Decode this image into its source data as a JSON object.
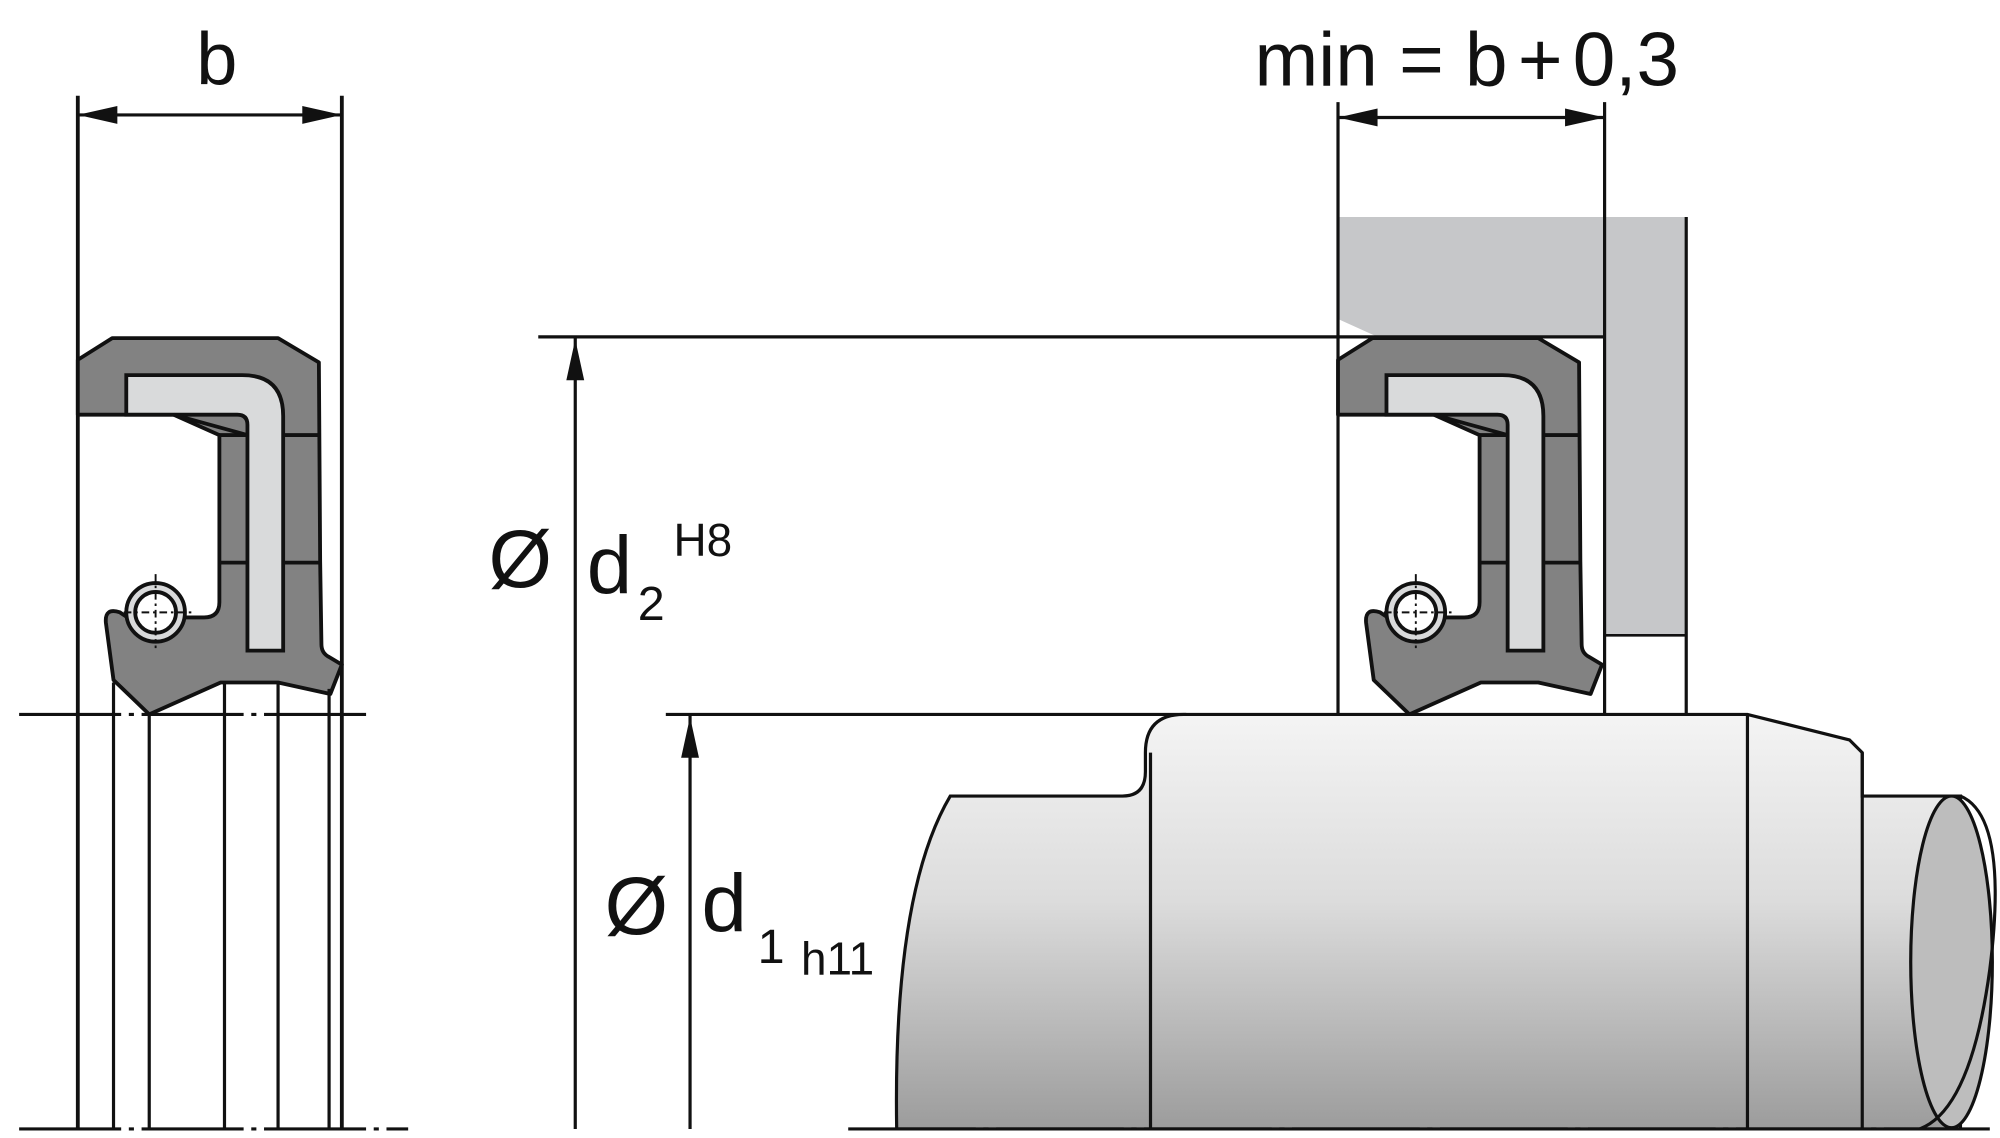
{
  "labels": {
    "width_b": "b",
    "housing_width_prefix": "min = ",
    "housing_width_b": "b",
    "housing_width_plus": "+",
    "housing_width_value": "0,3",
    "bore_diameter_symbol": "Ø",
    "bore_diameter_var": "d",
    "bore_diameter_sub": "2",
    "bore_tolerance": "H8",
    "shaft_diameter_symbol": "Ø",
    "shaft_diameter_var": "d",
    "shaft_diameter_sub": "1",
    "shaft_tolerance": "h11"
  },
  "colors": {
    "elastomer": "#828282",
    "metal_insert": "#d9dadb",
    "housing": "#c6c7c9",
    "shaft_light": "#f2f2f2",
    "shaft_dark": "#9a9a9a"
  }
}
